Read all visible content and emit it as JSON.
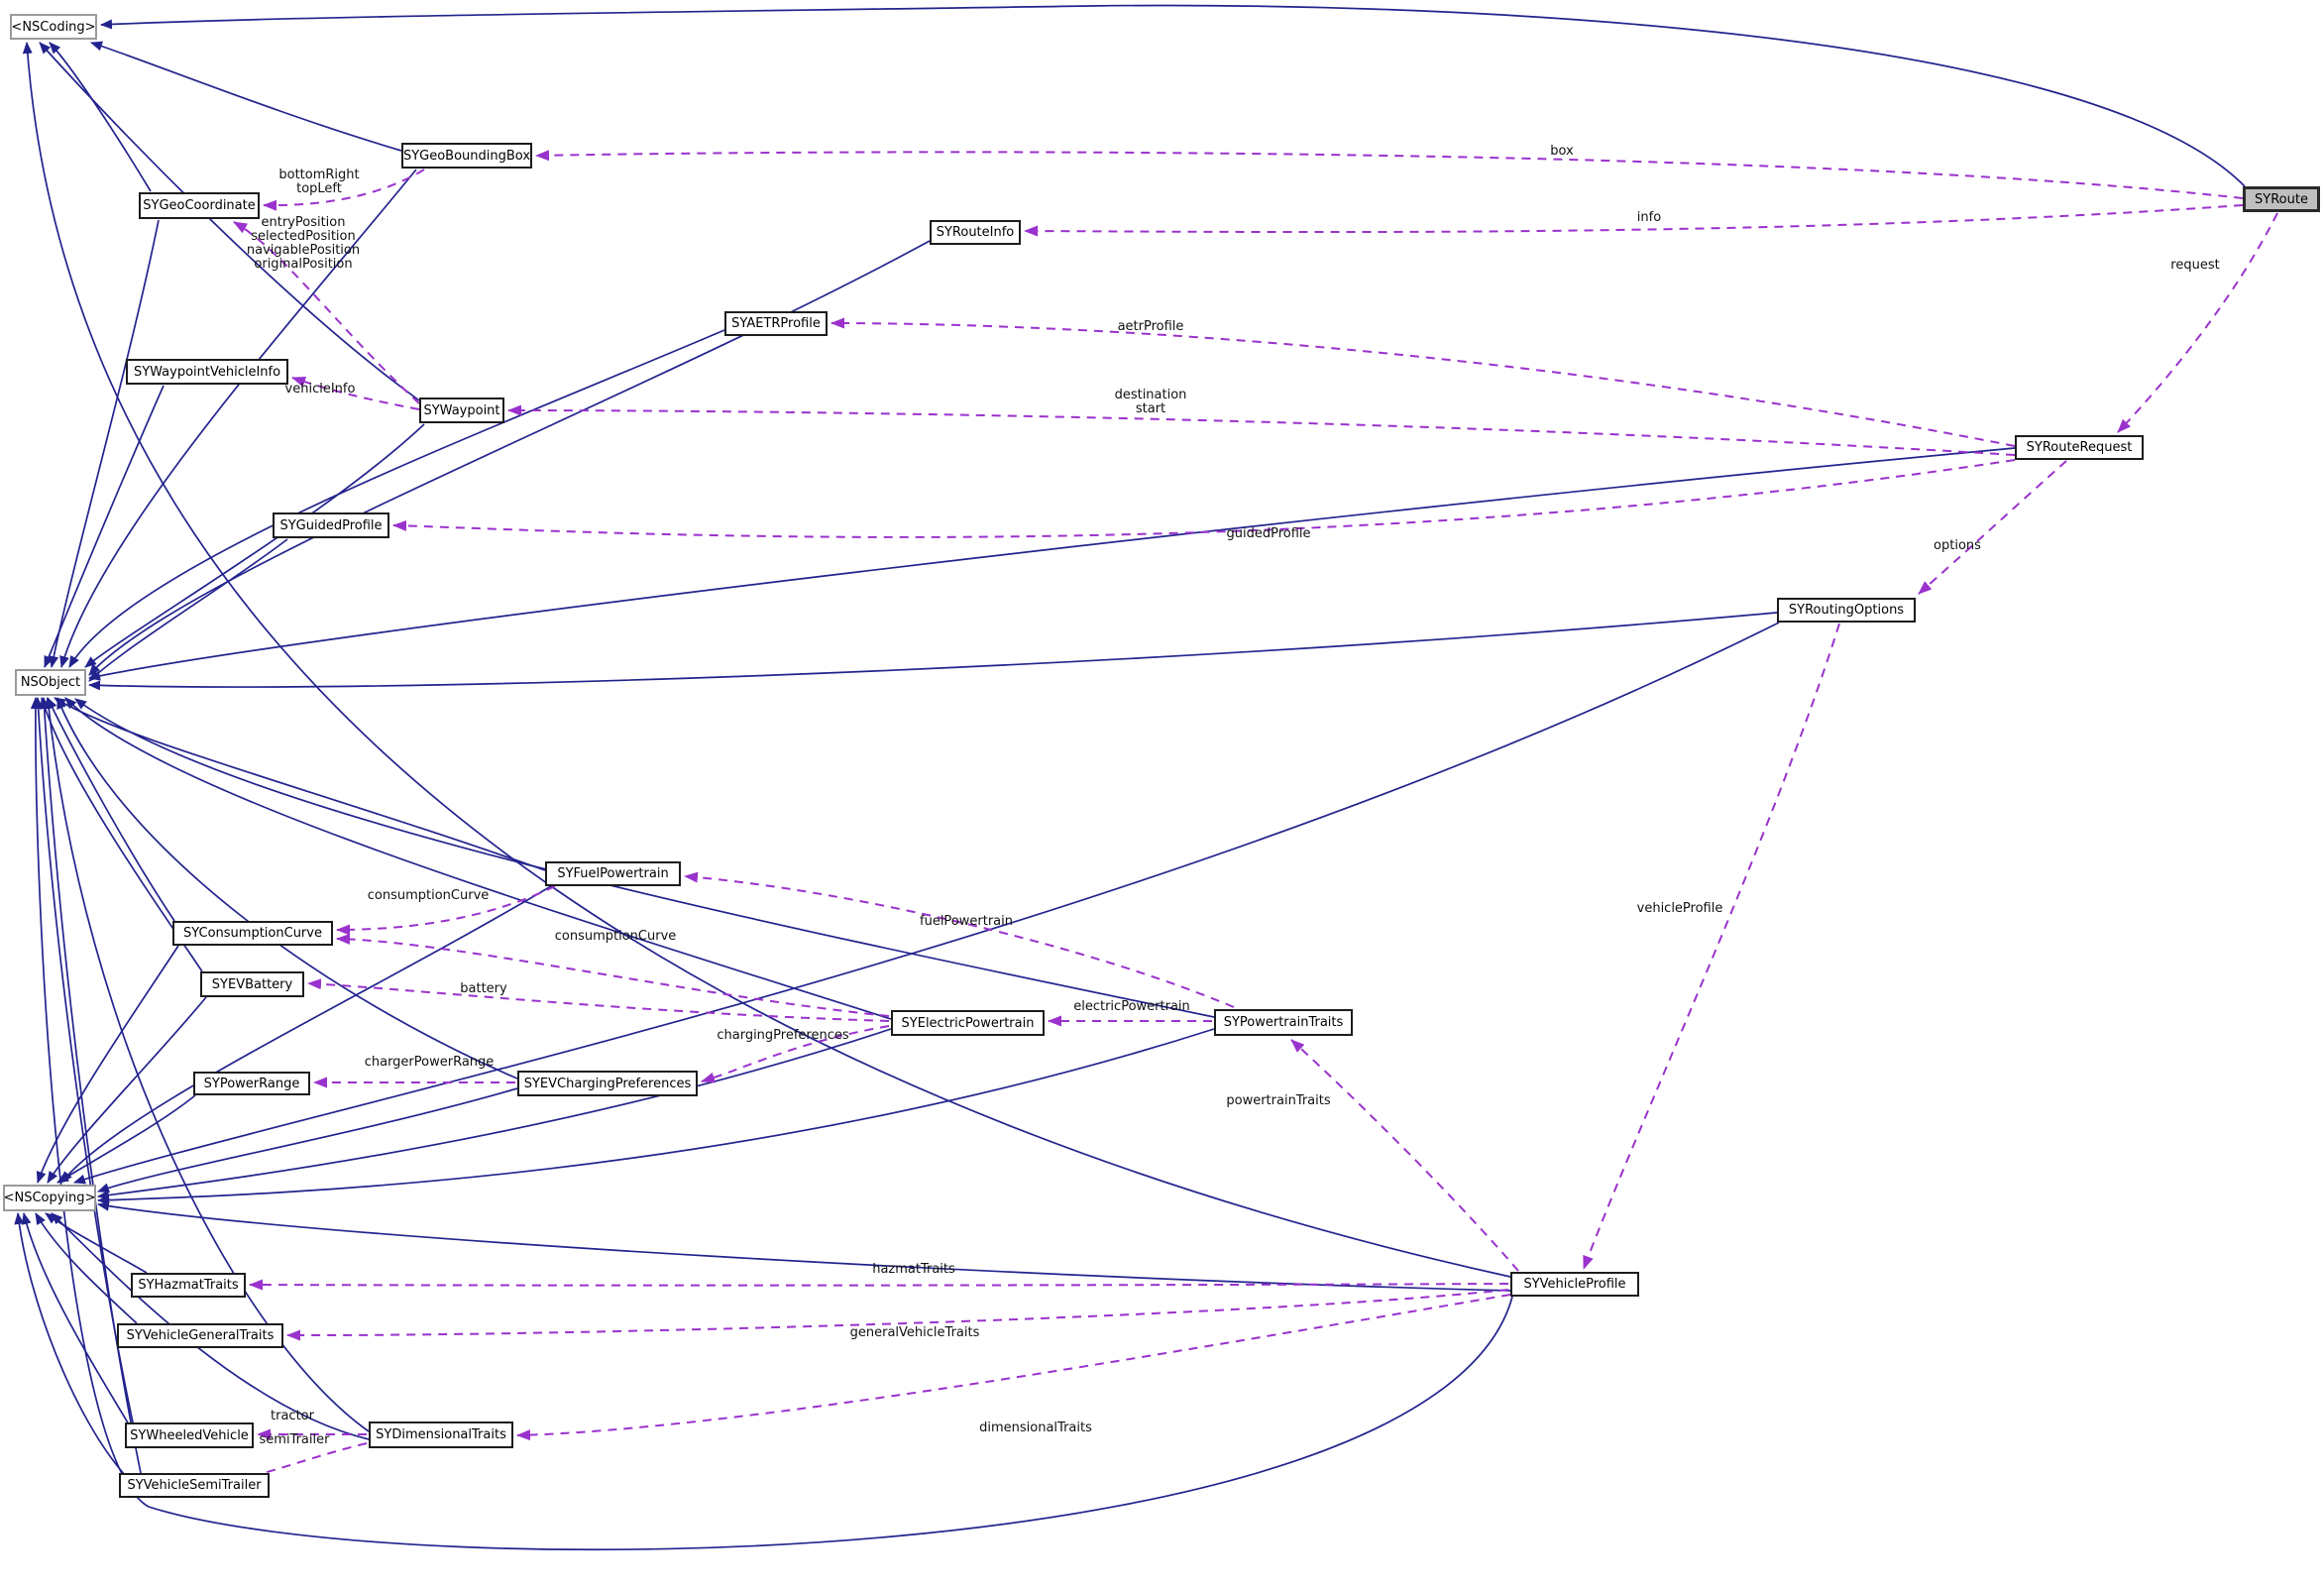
{
  "diagram": {
    "title": "Collaboration graph (Doxygen style)",
    "background": "#ffffff",
    "colors": {
      "inheritance_edge": "#23238e",
      "usage_edge": "#9a32cd",
      "node_border": "#1c1c1c",
      "protocol_border": "#9a9a9a",
      "current_node_fill": "#bfbfbf",
      "label_color": "#111111"
    }
  },
  "nodes": [
    {
      "id": "nscoding",
      "label": "<NSCoding>",
      "kind": "protocol"
    },
    {
      "id": "geoboundingbox",
      "label": "SYGeoBoundingBox",
      "kind": "class"
    },
    {
      "id": "geocoordinate",
      "label": "SYGeoCoordinate",
      "kind": "class"
    },
    {
      "id": "routeinfo",
      "label": "SYRouteInfo",
      "kind": "class"
    },
    {
      "id": "aetrprofile",
      "label": "SYAETRProfile",
      "kind": "class"
    },
    {
      "id": "waypointvehicleinfo",
      "label": "SYWaypointVehicleInfo",
      "kind": "class"
    },
    {
      "id": "waypoint",
      "label": "SYWaypoint",
      "kind": "class"
    },
    {
      "id": "route",
      "label": "SYRoute",
      "kind": "current"
    },
    {
      "id": "routerequest",
      "label": "SYRouteRequest",
      "kind": "class"
    },
    {
      "id": "guidedprofile",
      "label": "SYGuidedProfile",
      "kind": "class"
    },
    {
      "id": "routingoptions",
      "label": "SYRoutingOptions",
      "kind": "class"
    },
    {
      "id": "nsobject",
      "label": "NSObject",
      "kind": "protocol"
    },
    {
      "id": "fuelpowertrain",
      "label": "SYFuelPowertrain",
      "kind": "class"
    },
    {
      "id": "consumptioncurve",
      "label": "SYConsumptionCurve",
      "kind": "class"
    },
    {
      "id": "evbattery",
      "label": "SYEVBattery",
      "kind": "class"
    },
    {
      "id": "electricpowertrain",
      "label": "SYElectricPowertrain",
      "kind": "class"
    },
    {
      "id": "powertraintraits",
      "label": "SYPowertrainTraits",
      "kind": "class"
    },
    {
      "id": "powerrange",
      "label": "SYPowerRange",
      "kind": "class"
    },
    {
      "id": "evchargingpreferences",
      "label": "SYEVChargingPreferences",
      "kind": "class"
    },
    {
      "id": "nscopying",
      "label": "<NSCopying>",
      "kind": "protocol"
    },
    {
      "id": "hazmattraits",
      "label": "SYHazmatTraits",
      "kind": "class"
    },
    {
      "id": "vehiclegeneraltraits",
      "label": "SYVehicleGeneralTraits",
      "kind": "class"
    },
    {
      "id": "wheeledvehicle",
      "label": "SYWheeledVehicle",
      "kind": "class"
    },
    {
      "id": "dimensionaltraits",
      "label": "SYDimensionalTraits",
      "kind": "class"
    },
    {
      "id": "vehiclesemitrailer",
      "label": "SYVehicleSemiTrailer",
      "kind": "class"
    },
    {
      "id": "vehicleprofile",
      "label": "SYVehicleProfile",
      "kind": "class"
    }
  ],
  "edge_labels": [
    {
      "id": "box",
      "lines": [
        "box"
      ]
    },
    {
      "id": "info",
      "lines": [
        "info"
      ]
    },
    {
      "id": "request",
      "lines": [
        "request"
      ]
    },
    {
      "id": "aetrProfile",
      "lines": [
        "aetrProfile"
      ]
    },
    {
      "id": "destination_start",
      "lines": [
        "destination",
        "start"
      ]
    },
    {
      "id": "guidedProfile",
      "lines": [
        "guidedProfile"
      ]
    },
    {
      "id": "options",
      "lines": [
        "options"
      ]
    },
    {
      "id": "vehicleProfile",
      "lines": [
        "vehicleProfile"
      ]
    },
    {
      "id": "bottomRight_topLeft",
      "lines": [
        "bottomRight",
        "topLeft"
      ]
    },
    {
      "id": "waypoint_positions",
      "lines": [
        "entryPosition",
        "selectedPosition",
        "navigablePosition",
        "originalPosition"
      ]
    },
    {
      "id": "vehicleInfo",
      "lines": [
        "vehicleInfo"
      ]
    },
    {
      "id": "consumptionCurve1",
      "lines": [
        "consumptionCurve"
      ]
    },
    {
      "id": "consumptionCurve2",
      "lines": [
        "consumptionCurve"
      ]
    },
    {
      "id": "battery",
      "lines": [
        "battery"
      ]
    },
    {
      "id": "chargingPreferences",
      "lines": [
        "chargingPreferences"
      ]
    },
    {
      "id": "chargerPowerRange",
      "lines": [
        "chargerPowerRange"
      ]
    },
    {
      "id": "electricPowertrain",
      "lines": [
        "electricPowertrain"
      ]
    },
    {
      "id": "fuelPowertrain",
      "lines": [
        "fuelPowertrain"
      ]
    },
    {
      "id": "powertrainTraits",
      "lines": [
        "powertrainTraits"
      ]
    },
    {
      "id": "hazmatTraits",
      "lines": [
        "hazmatTraits"
      ]
    },
    {
      "id": "generalVehicleTraits",
      "lines": [
        "generalVehicleTraits"
      ]
    },
    {
      "id": "dimensionalTraits",
      "lines": [
        "dimensionalTraits"
      ]
    },
    {
      "id": "tractor",
      "lines": [
        "tractor"
      ]
    },
    {
      "id": "semiTrailer",
      "lines": [
        "semiTrailer"
      ]
    }
  ],
  "edges": {
    "usage": [
      {
        "from": "route",
        "to": "geoboundingbox",
        "label": "box"
      },
      {
        "from": "route",
        "to": "routeinfo",
        "label": "info"
      },
      {
        "from": "route",
        "to": "routerequest",
        "label": "request"
      },
      {
        "from": "routerequest",
        "to": "aetrprofile",
        "label": "aetrProfile"
      },
      {
        "from": "routerequest",
        "to": "waypoint",
        "label": "destination_start"
      },
      {
        "from": "routerequest",
        "to": "guidedprofile",
        "label": "guidedProfile"
      },
      {
        "from": "routerequest",
        "to": "routingoptions",
        "label": "options"
      },
      {
        "from": "routingoptions",
        "to": "vehicleprofile",
        "label": "vehicleProfile"
      },
      {
        "from": "geoboundingbox",
        "to": "geocoordinate",
        "label": "bottomRight_topLeft"
      },
      {
        "from": "waypoint",
        "to": "geocoordinate",
        "label": "waypoint_positions"
      },
      {
        "from": "waypoint",
        "to": "waypointvehicleinfo",
        "label": "vehicleInfo"
      },
      {
        "from": "fuelpowertrain",
        "to": "consumptioncurve",
        "label": "consumptionCurve1"
      },
      {
        "from": "electricpowertrain",
        "to": "consumptioncurve",
        "label": "consumptionCurve2"
      },
      {
        "from": "electricpowertrain",
        "to": "evbattery",
        "label": "battery"
      },
      {
        "from": "electricpowertrain",
        "to": "evchargingpreferences",
        "label": "chargingPreferences"
      },
      {
        "from": "evchargingpreferences",
        "to": "powerrange",
        "label": "chargerPowerRange"
      },
      {
        "from": "powertraintraits",
        "to": "electricpowertrain",
        "label": "electricPowertrain"
      },
      {
        "from": "powertraintraits",
        "to": "fuelpowertrain",
        "label": "fuelPowertrain"
      },
      {
        "from": "vehicleprofile",
        "to": "powertraintraits",
        "label": "powertrainTraits"
      },
      {
        "from": "vehicleprofile",
        "to": "hazmattraits",
        "label": "hazmatTraits"
      },
      {
        "from": "vehicleprofile",
        "to": "vehiclegeneraltraits",
        "label": "generalVehicleTraits"
      },
      {
        "from": "vehicleprofile",
        "to": "dimensionaltraits",
        "label": "dimensionalTraits"
      },
      {
        "from": "dimensionaltraits",
        "to": "wheeledvehicle",
        "label": "tractor"
      },
      {
        "from": "dimensionaltraits",
        "to": "vehiclesemitrailer",
        "label": "semiTrailer"
      }
    ],
    "inheritance": [
      {
        "from": "route",
        "to": "nscoding"
      },
      {
        "from": "geoboundingbox",
        "to": "nscoding"
      },
      {
        "from": "geocoordinate",
        "to": "nscoding"
      },
      {
        "from": "waypoint",
        "to": "nscoding"
      },
      {
        "from": "vehicleprofile",
        "to": "nscoding"
      },
      {
        "from": "geocoordinate",
        "to": "nsobject"
      },
      {
        "from": "geoboundingbox",
        "to": "nsobject"
      },
      {
        "from": "waypointvehicleinfo",
        "to": "nsobject"
      },
      {
        "from": "waypoint",
        "to": "nsobject"
      },
      {
        "from": "routeinfo",
        "to": "nsobject"
      },
      {
        "from": "aetrprofile",
        "to": "nsobject"
      },
      {
        "from": "guidedprofile",
        "to": "nsobject"
      },
      {
        "from": "routingoptions",
        "to": "nsobject"
      },
      {
        "from": "routerequest",
        "to": "nsobject"
      },
      {
        "from": "fuelpowertrain",
        "to": "nsobject"
      },
      {
        "from": "consumptioncurve",
        "to": "nsobject"
      },
      {
        "from": "evbattery",
        "to": "nsobject"
      },
      {
        "from": "electricpowertrain",
        "to": "nsobject"
      },
      {
        "from": "powertraintraits",
        "to": "nsobject"
      },
      {
        "from": "vehicleprofile",
        "to": "nsobject"
      },
      {
        "from": "dimensionaltraits",
        "to": "nsobject"
      },
      {
        "from": "evchargingpreferences",
        "to": "nsobject"
      },
      {
        "from": "wheeledvehicle",
        "to": "nsobject"
      },
      {
        "from": "vehiclesemitrailer",
        "to": "nsobject"
      },
      {
        "from": "consumptioncurve",
        "to": "nscopying"
      },
      {
        "from": "evbattery",
        "to": "nscopying"
      },
      {
        "from": "fuelpowertrain",
        "to": "nscopying"
      },
      {
        "from": "powerrange",
        "to": "nscopying"
      },
      {
        "from": "evchargingpreferences",
        "to": "nscopying"
      },
      {
        "from": "electricpowertrain",
        "to": "nscopying"
      },
      {
        "from": "powertraintraits",
        "to": "nscopying"
      },
      {
        "from": "routingoptions",
        "to": "nscopying"
      },
      {
        "from": "vehicleprofile",
        "to": "nscopying"
      },
      {
        "from": "hazmattraits",
        "to": "nscopying"
      },
      {
        "from": "vehiclegeneraltraits",
        "to": "nscopying"
      },
      {
        "from": "wheeledvehicle",
        "to": "nscopying"
      },
      {
        "from": "vehiclesemitrailer",
        "to": "nscopying"
      },
      {
        "from": "dimensionaltraits",
        "to": "nscopying"
      }
    ]
  }
}
